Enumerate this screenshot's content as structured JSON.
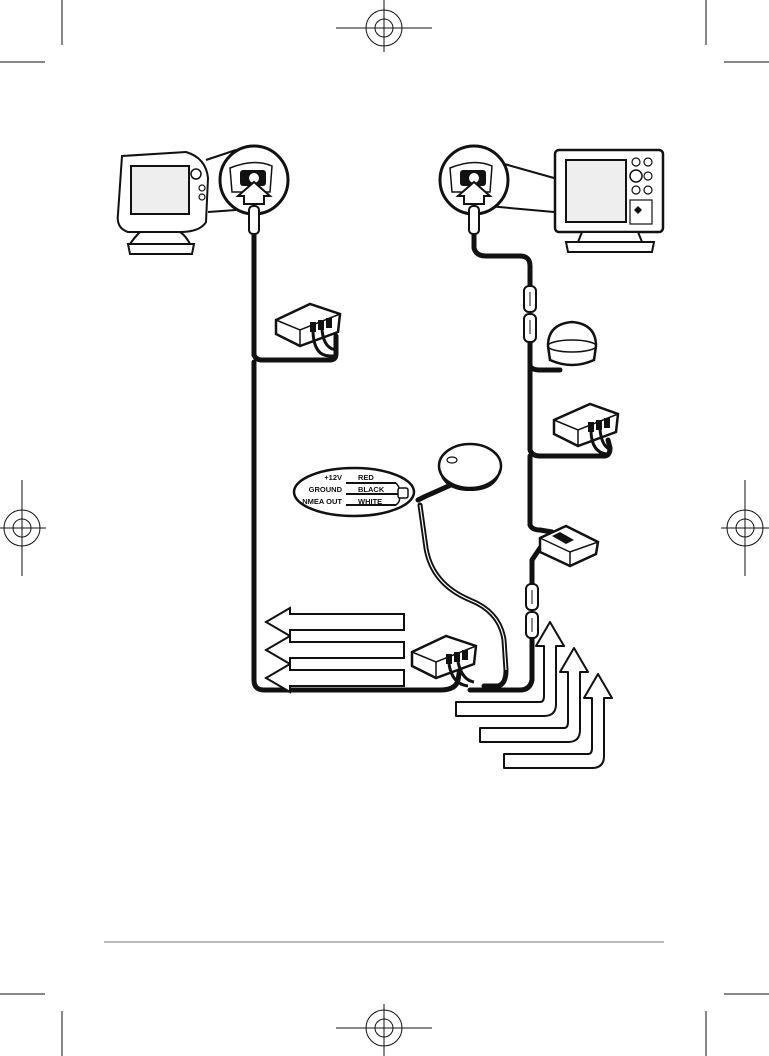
{
  "diagram": {
    "wiring_callout": {
      "rows": [
        {
          "terminal": "+12V",
          "wire": "RED"
        },
        {
          "terminal": "GROUND",
          "wire": "BLACK"
        },
        {
          "terminal": "NMEA OUT",
          "wire": "WHITE"
        }
      ]
    },
    "colors": {
      "cable": "#111111",
      "outline": "#111111",
      "device_fill": "#ffffff",
      "screen_fill": "#eeeeee",
      "footer_rule": "#bdbdbd"
    },
    "icons": [
      "print-crop-mark-icon",
      "left-fishfinder-unit",
      "right-fishfinder-unit",
      "cable-connector-icon",
      "ethernet-switch-box",
      "gps-receiver-dome",
      "gps-puck-receiver",
      "junction-box",
      "outline-arrow-icon"
    ]
  }
}
